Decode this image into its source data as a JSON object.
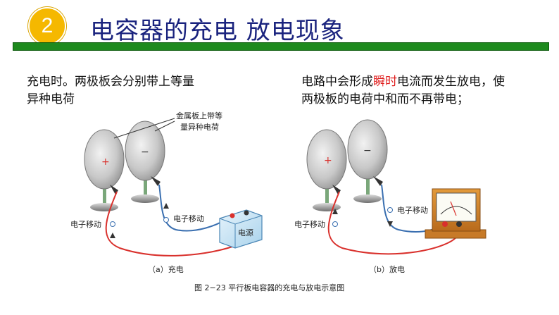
{
  "header": {
    "badge_number": "2",
    "title": "电容器的充电 放电现象"
  },
  "left_panel": {
    "text": "充电时。两极板会分别带上等量异种电荷"
  },
  "right_panel": {
    "text_before": "电路中会形成",
    "text_highlight": "瞬时",
    "text_after": "电流而发生放电，使两极板的电荷中和而不再带电；"
  },
  "figure": {
    "plate_label_line1": "金属板上带等",
    "plate_label_line2": "量异种电荷",
    "plus_sign": "+",
    "minus_sign": "−",
    "electron_move": "电子移动",
    "power_label": "电源",
    "caption_a": "（a）充电",
    "caption_b": "（b）放电",
    "figure_caption": "图 2−23   平行板电容器的充电与放电示意图"
  },
  "colors": {
    "badge": "#f5b800",
    "title": "#1a237e",
    "title_bar": "#1e8a1e",
    "highlight": "#e02020",
    "wire_red": "#d9302c",
    "wire_blue": "#3a6fb0"
  }
}
